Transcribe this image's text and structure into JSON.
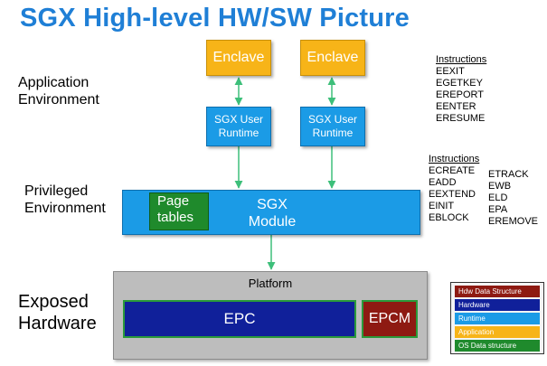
{
  "title": "SGX High-level HW/SW Picture",
  "left_labels": {
    "application": [
      "Application",
      "Environment"
    ],
    "privileged": [
      "Privileged",
      "Environment"
    ],
    "hardware": [
      "Exposed",
      "Hardware"
    ]
  },
  "enclaves": [
    {
      "label": "Enclave",
      "runtime": [
        "SGX User",
        "Runtime"
      ]
    },
    {
      "label": "Enclave",
      "runtime": [
        "SGX User",
        "Runtime"
      ]
    }
  ],
  "sgx_module": [
    "SGX",
    "Module"
  ],
  "page_tables": [
    "Page",
    "tables"
  ],
  "platform": {
    "label": "Platform",
    "epc": "EPC",
    "epcm": "EPCM"
  },
  "user_instructions": {
    "header": "Instructions",
    "items": [
      "EEXIT",
      "EGETKEY",
      "EREPORT",
      "EENTER",
      "ERESUME"
    ]
  },
  "priv_instructions": {
    "header": "Instructions",
    "col1": [
      "ECREATE",
      "EADD",
      "EEXTEND",
      "EINIT",
      "EBLOCK"
    ],
    "col2": [
      "ETRACK",
      "EWB",
      "ELD",
      "EPA",
      "EREMOVE"
    ]
  },
  "legend": [
    {
      "label": "Hdw Data Structure",
      "color": "#8e1a12"
    },
    {
      "label": "Hardware",
      "color": "#10209a"
    },
    {
      "label": "Runtime",
      "color": "#1b9be6"
    },
    {
      "label": "Application",
      "color": "#f7b418"
    },
    {
      "label": "OS Data structure",
      "color": "#1f8a2c"
    }
  ],
  "colors": {
    "title": "#1f7fd6",
    "arrow": "#3dbf7a"
  }
}
